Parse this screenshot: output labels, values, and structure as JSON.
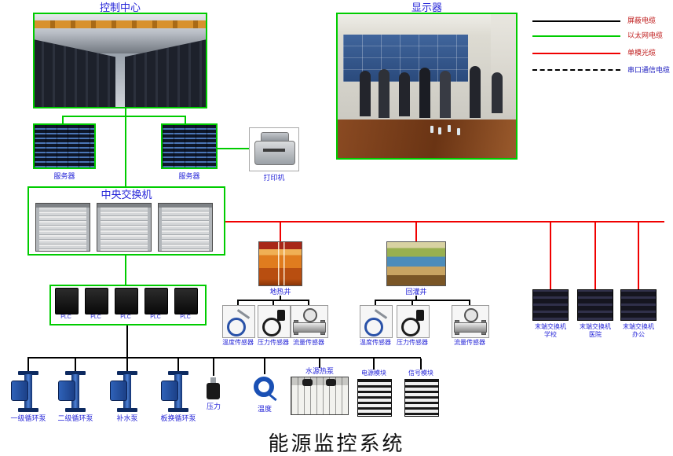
{
  "title": "能源监控系统",
  "nodes": {
    "control_center": {
      "label": "控制中心"
    },
    "display_wall": {
      "label": "显示器"
    },
    "server_left": {
      "label": "服务器"
    },
    "server_right": {
      "label": "服务器"
    },
    "printer": {
      "label": "打印机"
    },
    "central_switch": {
      "label": "中央交换机"
    },
    "geothermal_well": {
      "label": "地热井"
    },
    "reinjection_well": {
      "label": "回灌井"
    },
    "water_source_heat_pump": {
      "label": "水源热泵"
    }
  },
  "legend": {
    "items": [
      {
        "label": "屏蔽电缆",
        "line_color": "#000000",
        "line_style": "solid",
        "label_color": "#c02020"
      },
      {
        "label": "以太网电缆",
        "line_color": "#00cc00",
        "line_style": "solid",
        "label_color": "#c02020"
      },
      {
        "label": "单模光缆",
        "line_color": "#ff0000",
        "line_style": "solid",
        "label_color": "#c02020"
      },
      {
        "label": "串口通信电缆",
        "line_color": "#000000",
        "line_style": "dashed",
        "label_color": "#2020c0"
      }
    ]
  },
  "plc_modules": [
    {
      "label": "PLC"
    },
    {
      "label": "PLC"
    },
    {
      "label": "PLC"
    },
    {
      "label": "PLC"
    },
    {
      "label": "PLC"
    }
  ],
  "well1_sensors": [
    {
      "label": "温度传感器"
    },
    {
      "label": "压力传感器"
    },
    {
      "label": "流量传感器"
    }
  ],
  "well2_sensors": [
    {
      "label": "温度传感器"
    },
    {
      "label": "压力传感器"
    },
    {
      "label": "流量传感器"
    }
  ],
  "end_switches": [
    {
      "label": "末端交换机",
      "site": "学校"
    },
    {
      "label": "末端交换机",
      "site": "医院"
    },
    {
      "label": "末端交换机",
      "site": "办公"
    }
  ],
  "field_devices": [
    {
      "label": "一级循环泵"
    },
    {
      "label": "二级循环泵"
    },
    {
      "label": "补水泵"
    },
    {
      "label": "板换循环泵"
    },
    {
      "label": "压力"
    },
    {
      "label": "温度"
    }
  ],
  "io_modules": [
    {
      "label": "电源模块"
    },
    {
      "label": "信号模块"
    }
  ],
  "colors": {
    "ethernet_cable": "#00cc00",
    "fiber_cable": "#ff0000",
    "shielded_cable": "#000000",
    "label_blue": "#2626d8"
  }
}
